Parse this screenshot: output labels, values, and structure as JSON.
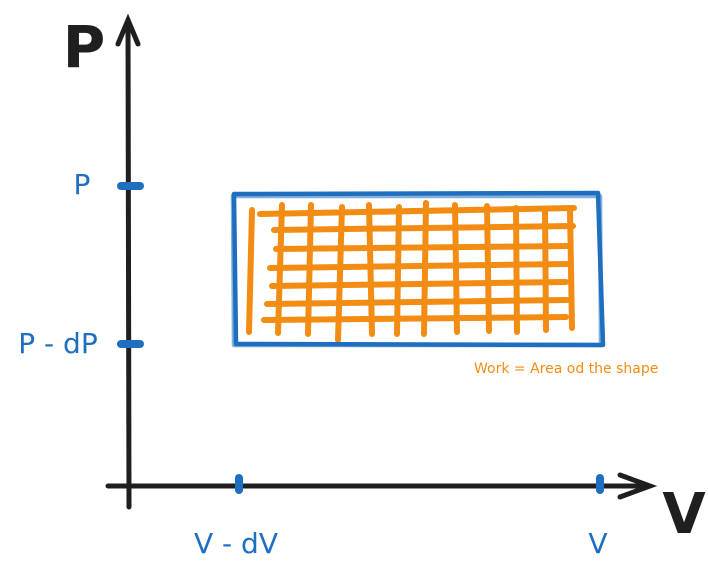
{
  "diagram": {
    "axis_labels": {
      "y": "P",
      "x": "V"
    },
    "tick_labels": {
      "p": "P",
      "p_minus_dp": "P - dP",
      "v_minus_dv": "V - dV",
      "v": "V"
    },
    "annotation": "Work = Area od the shape",
    "colors": {
      "axes": "#1f1f1f",
      "outline": "#1f6fc0",
      "fill": "#f28c13",
      "annotation": "#f28c13",
      "tick_text": "#1f6fc0"
    }
  }
}
